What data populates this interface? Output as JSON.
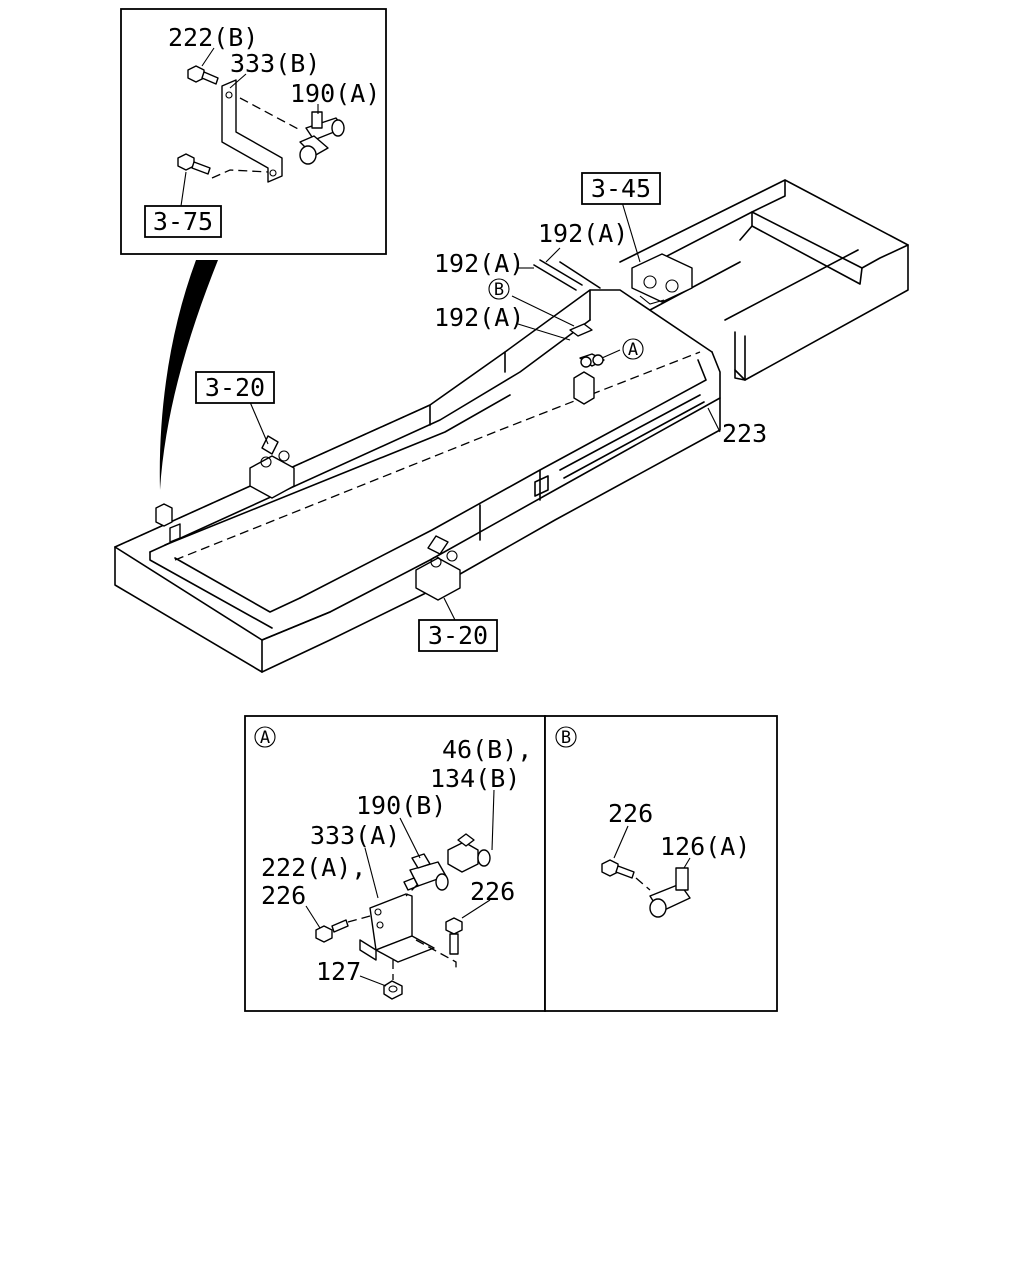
{
  "inset_top": {
    "labels": [
      "222(B)",
      "333(B)",
      "190(A)"
    ],
    "ref_box": "3-75"
  },
  "frame": {
    "ref_boxes": {
      "rear": "3-45",
      "left": "3-20",
      "bottom": "3-20"
    },
    "labels": {
      "pipe_upper_1": "192(A)",
      "pipe_upper_2": "192(A)",
      "pipe_lower": "192(A)",
      "rail_pipe": "223"
    },
    "markers": {
      "b": "B",
      "a": "A"
    }
  },
  "detail_a": {
    "marker": "A",
    "labels": {
      "elbow": "46(B),",
      "elbow_alt": "134(B)",
      "tee": "190(B)",
      "bracket": "333(A)",
      "bolt": "222(A),",
      "bolt_alt": "226",
      "bolt_right": "226",
      "nut": "127"
    }
  },
  "detail_b": {
    "marker": "B",
    "labels": {
      "bolt": "226",
      "connector": "126(A)"
    }
  }
}
